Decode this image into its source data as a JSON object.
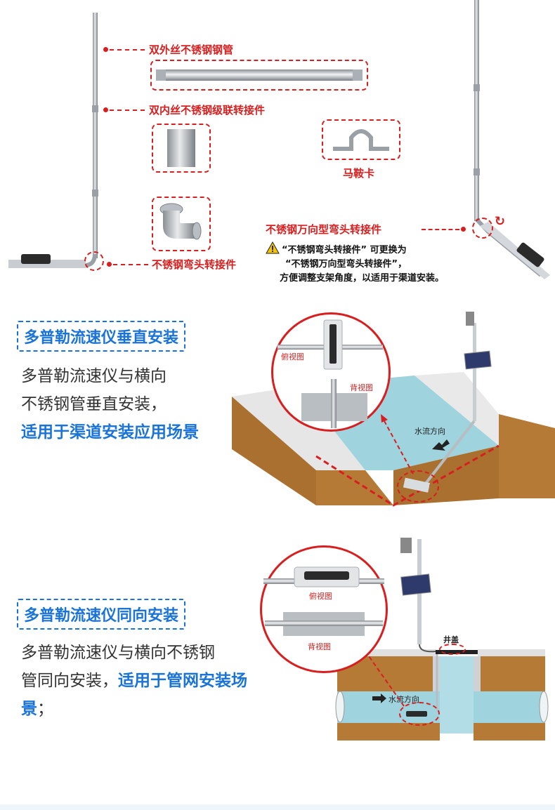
{
  "top": {
    "label_outer_pipe": "双外丝不锈钢钢管",
    "label_inner_joint": "双内丝不锈钢级联转接件",
    "label_saddle": "马鞍卡",
    "label_elbow": "不锈钢弯头转接件",
    "label_universal_elbow": "不锈钢万向型弯头转接件",
    "note_line1": "“不锈钢弯头转接件” 可更换为",
    "note_line2": "“不锈钢万向型弯头转接件”，",
    "note_line3": "方便调整支架角度，以适用于渠道安装。",
    "warning_icon": "warning-icon"
  },
  "section1": {
    "title": "多普勒流速仪垂直安装",
    "text_line1": "多普勒流速仪与横向",
    "text_line2": "不锈钢管垂直安装，",
    "text_highlight": "适用于渠道安装应用场景",
    "label_top_view": "俯视图",
    "label_back_view": "背视图",
    "label_flow": "水流方向"
  },
  "section2": {
    "title": "多普勒流速仪同向安装",
    "text_line1": "多普勒流速仪与横向不锈钢",
    "text_line2_plain": "管同向安装，",
    "text_highlight": "适用于管网安装场景",
    "text_end": "；",
    "label_top_view": "俯视图",
    "label_back_view": "背视图",
    "label_flow": "水流方向",
    "label_cover": "井盖"
  },
  "colors": {
    "red": "#d81e1e",
    "blue": "#1a73d9",
    "water": "#9fd3de",
    "soil": "#b57a35"
  }
}
